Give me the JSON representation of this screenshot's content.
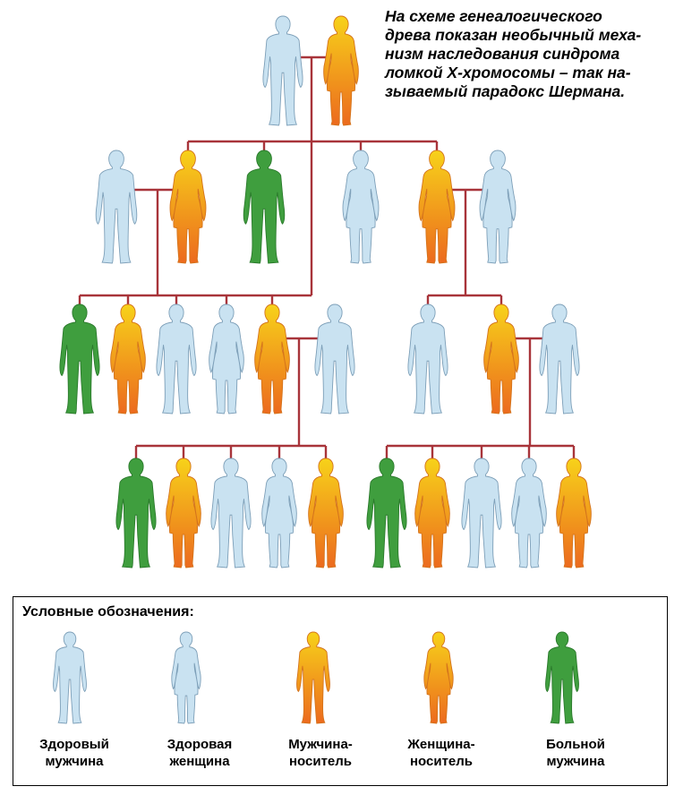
{
  "caption": {
    "lines": [
      "На схеме генеалогического",
      "древа показан необычный меха-",
      "низм наследования синдрома",
      "ломкой X-хромосомы – так на-",
      "зываемый парадокс Шермана."
    ]
  },
  "colors": {
    "line": "#a8343a",
    "healthy": "#c9e2f1",
    "healthy_outline": "#7d9fb8",
    "carrier_top": "#f7d21a",
    "carrier_bottom": "#ec6a1e",
    "affected": "#3f9e3e",
    "affected_dark": "#2b7a2c"
  },
  "legend": {
    "title": "Условные обозначения:",
    "items": [
      {
        "type": "healthy-male",
        "line1": "Здоровый",
        "line2": "мужчина"
      },
      {
        "type": "healthy-female",
        "line1": "Здоровая",
        "line2": "женщина"
      },
      {
        "type": "carrier-male",
        "line1": "Мужчина-",
        "line2": "носитель"
      },
      {
        "type": "carrier-female",
        "line1": "Женщина-",
        "line2": "носитель"
      },
      {
        "type": "affected-male",
        "line1": "Больной",
        "line2": "мужчина"
      }
    ]
  },
  "pedigree": {
    "generations": [
      [
        "healthy-male",
        "carrier-female"
      ],
      [
        "healthy-male",
        "carrier-female",
        "affected-male",
        "healthy-female",
        "carrier-female",
        "healthy-female"
      ],
      [
        "affected-male",
        "carrier-female",
        "healthy-male",
        "healthy-female",
        "carrier-female",
        "healthy-male",
        "healthy-male",
        "carrier-female",
        "healthy-male"
      ],
      [
        "affected-male",
        "carrier-female",
        "healthy-male",
        "healthy-female",
        "carrier-female",
        "affected-male",
        "carrier-female",
        "healthy-male",
        "healthy-female",
        "carrier-female"
      ]
    ]
  }
}
